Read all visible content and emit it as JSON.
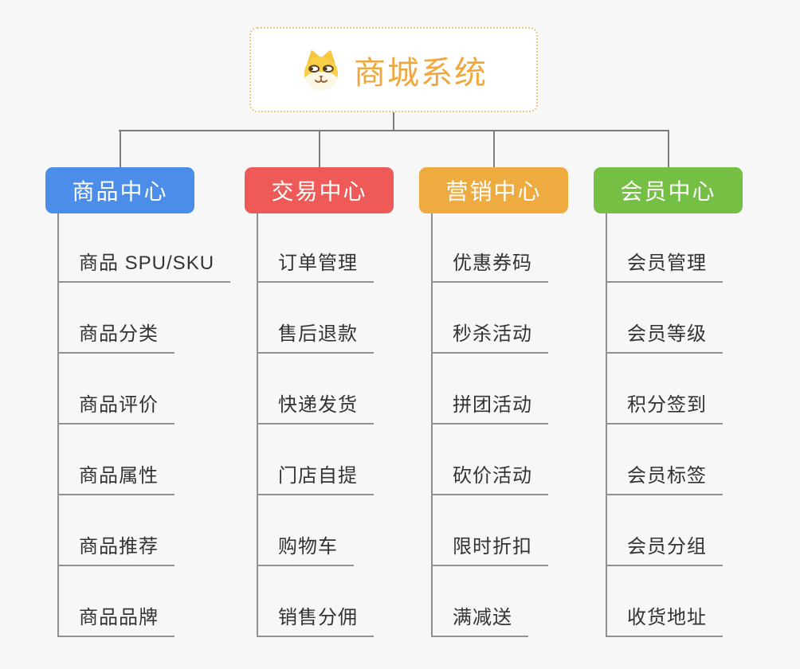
{
  "root": {
    "title": "商城系统",
    "icon": "dog-face-icon",
    "text_color": "#efa73e",
    "border_color": "#f3c57e",
    "background": "#ffffff"
  },
  "colors": {
    "page_background": "#f7f7f7",
    "connector_line": "#7d7d7d",
    "trunk_line": "#8f8f8f",
    "leaf_underline": "#929292",
    "leaf_text": "#333333"
  },
  "branches": [
    {
      "label": "商品中心",
      "color": "#4b8de8",
      "children": [
        "商品 SPU/SKU",
        "商品分类",
        "商品评价",
        "商品属性",
        "商品推荐",
        "商品品牌"
      ]
    },
    {
      "label": "交易中心",
      "color": "#ed5a57",
      "children": [
        "订单管理",
        "售后退款",
        "快递发货",
        "门店自提",
        "购物车",
        "销售分佣"
      ]
    },
    {
      "label": "营销中心",
      "color": "#eeac40",
      "children": [
        "优惠券码",
        "秒杀活动",
        "拼团活动",
        "砍价活动",
        "限时折扣",
        "满减送"
      ]
    },
    {
      "label": "会员中心",
      "color": "#74bf44",
      "children": [
        "会员管理",
        "会员等级",
        "积分签到",
        "会员标签",
        "会员分组",
        "收货地址"
      ]
    }
  ]
}
